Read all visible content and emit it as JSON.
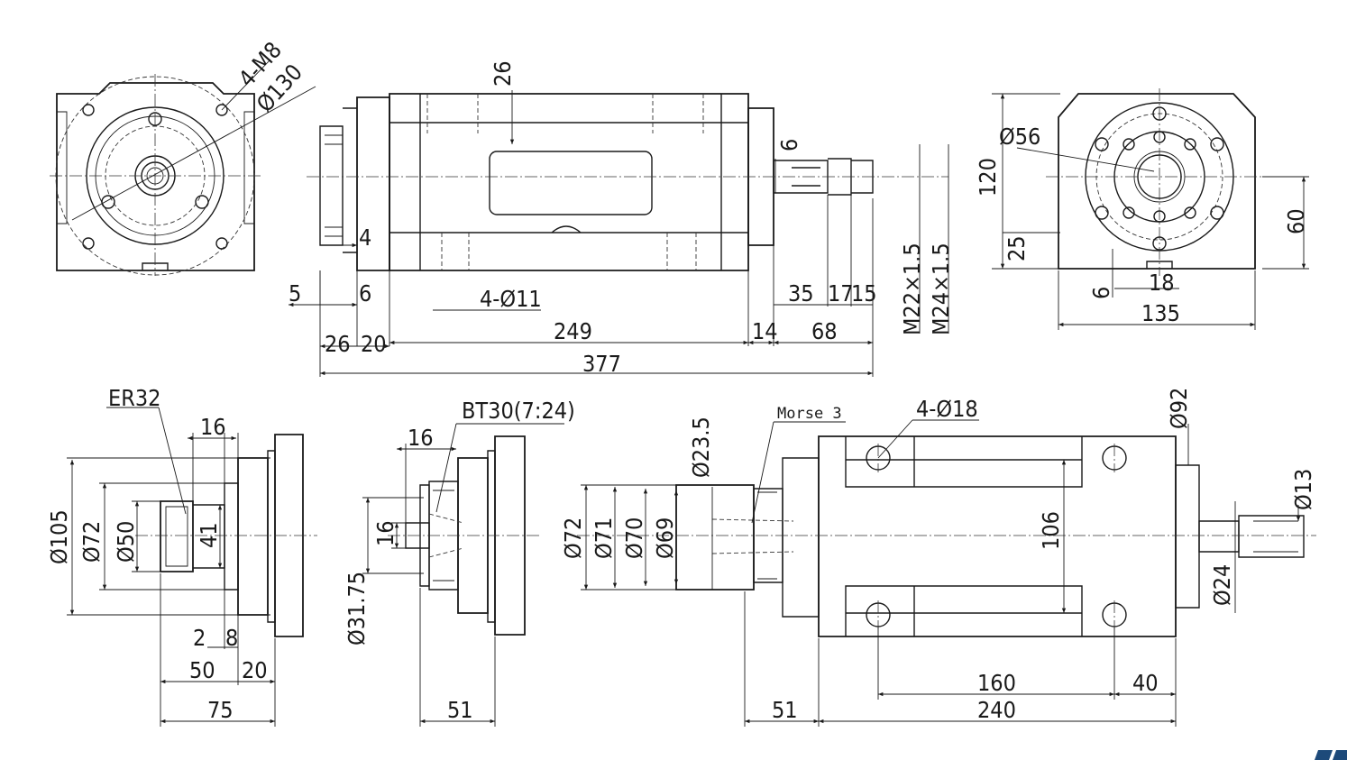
{
  "labels": {
    "front_view": {
      "thread": "4-M8",
      "pcd": "Ø130"
    },
    "top_view": {
      "d26": "26",
      "d6k": "6",
      "d4": "4",
      "d5": "5",
      "d6": "6",
      "holes": "4-Ø11",
      "d35": "35",
      "d17": "17",
      "d15": "15",
      "m22": "M22×1.5",
      "m24": "M24×1.5",
      "d26b": "26",
      "d20": "20",
      "d249": "249",
      "d14": "14",
      "d68": "68",
      "d377": "377"
    },
    "rear_view": {
      "d56": "Ø56",
      "d120": "120",
      "d25": "25",
      "d60": "60",
      "d6": "6",
      "d18": "18",
      "d135": "135"
    },
    "er32_view": {
      "title": "ER32",
      "d16": "16",
      "d105": "Ø105",
      "d72": "Ø72",
      "d50": "Ø50",
      "d41": "41",
      "d2": "2",
      "d8": "8",
      "d50b": "50",
      "d20": "20",
      "d75": "75"
    },
    "bt30_view": {
      "title": "BT30(7:24)",
      "d16a": "16",
      "d16b": "16",
      "d3175": "Ø31.75",
      "d51": "51"
    },
    "morse_view": {
      "title": "Morse 3",
      "holes": "4-Ø18",
      "d235": "Ø23.5",
      "d72": "Ø72",
      "d71": "Ø71",
      "d70": "Ø70",
      "d69": "Ø69",
      "d106": "106",
      "d92": "Ø92",
      "d13": "Ø13",
      "d24": "Ø24",
      "d51": "51",
      "d160": "160",
      "d40": "40",
      "d240": "240"
    }
  },
  "colors": {
    "line": "#1a1a1a",
    "logo": "#1d4a7a"
  }
}
